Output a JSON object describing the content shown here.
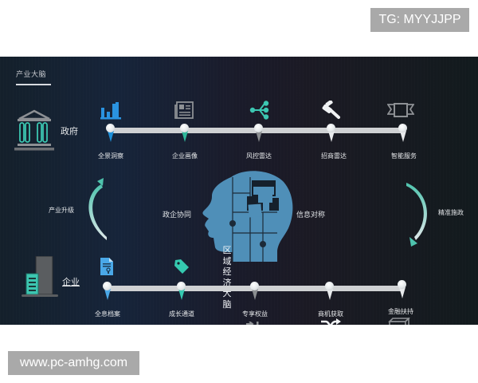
{
  "watermarks": {
    "top": "TG: MYYJJPP",
    "bottom": "www.pc-amhg.com"
  },
  "panel": {
    "title": "产业大脑",
    "center_title": "区域经济大脑",
    "center_chars": [
      "区",
      "域",
      "经",
      "济",
      "大",
      "脑"
    ]
  },
  "government": {
    "label": "政府",
    "icon": "government-building-icon",
    "timeline": [
      {
        "label": "全景洞察",
        "icon": "bar-chart-icon",
        "pin_color": "#1e8fd8"
      },
      {
        "label": "企业画像",
        "icon": "newspaper-icon",
        "pin_color": "#2fb89a"
      },
      {
        "label": "风控雷达",
        "icon": "hierarchy-share-icon",
        "pin_color": "#8a8d90"
      },
      {
        "label": "招商雷达",
        "icon": "gavel-icon",
        "pin_color": "#ffffff"
      },
      {
        "label": "智能服务",
        "icon": "ribbon-banner-icon",
        "pin_color": "#ffffff"
      }
    ]
  },
  "enterprise": {
    "label": "企业",
    "icon": "office-building-icon",
    "timeline": [
      {
        "label": "全息档案",
        "icon": "document-certificate-icon",
        "pin_color": "#4aa8e8"
      },
      {
        "label": "成长通道",
        "icon": "price-tag-icon",
        "pin_color": "#35c9b0"
      },
      {
        "label": "专享权益",
        "icon": "exclusive-arrow-icon",
        "pin_color": "#8a8d90"
      },
      {
        "label": "商机获取",
        "icon": "shuffle-icon",
        "pin_color": "#ffffff"
      },
      {
        "label": "金融扶持",
        "icon": "card-box-icon",
        "pin_color": "#ffffff"
      }
    ]
  },
  "cycle": {
    "left_label": "产业升级",
    "right_label": "精准施政",
    "inner_left": "政企协同",
    "inner_right": "信息对称"
  },
  "colors": {
    "accent_blue": "#2a93e0",
    "accent_teal": "#3cc6b1",
    "brain_blue": "#4f8fb8",
    "track": "#cfd1d3",
    "icon_gray": "#8d9094"
  }
}
